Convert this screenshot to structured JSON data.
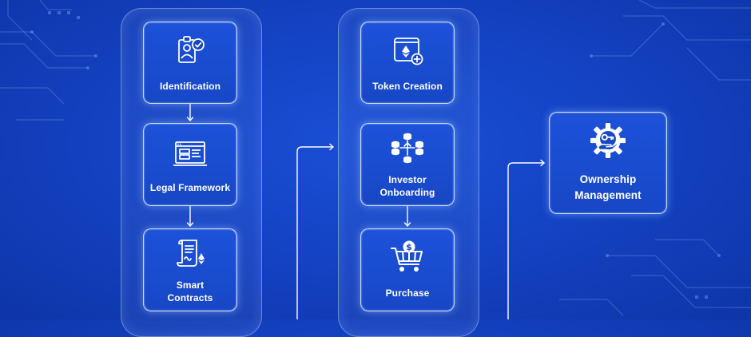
{
  "columns": [
    {
      "steps": [
        {
          "label": "Identification",
          "icon": "id-badge-check-icon"
        },
        {
          "label": "Legal Framework",
          "icon": "legal-document-browser-icon"
        },
        {
          "label": "Smart\nContracts",
          "icon": "scroll-ethereum-icon"
        }
      ]
    },
    {
      "steps": [
        {
          "label": "Token Creation",
          "icon": "wallet-ethereum-add-icon"
        },
        {
          "label": "Investor\nOnboarding",
          "icon": "database-network-icon"
        },
        {
          "label": "Purchase",
          "icon": "shopping-cart-dollar-icon"
        }
      ]
    },
    {
      "steps": [
        {
          "label": "Ownership\nManagement",
          "icon": "gear-key-hand-icon"
        }
      ]
    }
  ],
  "colors": {
    "background": "#1443c4",
    "card_border": "#ebf2ff",
    "connector": "#ffffff"
  }
}
